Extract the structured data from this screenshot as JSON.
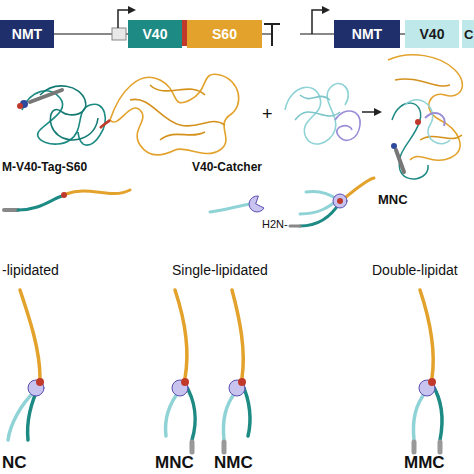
{
  "diagram": {
    "nodes": [
      {
        "text": [
          "NMT"
        ]
      },
      {
        "text": [
          "V40"
        ]
      },
      {
        "text": [
          "S60"
        ]
      },
      {
        "text": [
          "NMT"
        ]
      },
      {
        "text": [
          "V40"
        ]
      },
      {
        "text": [
          "C"
        ]
      }
    ],
    "labels": [
      "M-V40-Tag-S60",
      "+",
      "V40-Catcher",
      "MNC",
      "H2N-",
      "-lipidated",
      "Single-lipidated",
      "Double-lipidat",
      "NC",
      "MNC",
      "NMC",
      "MMC"
    ]
  }
}
